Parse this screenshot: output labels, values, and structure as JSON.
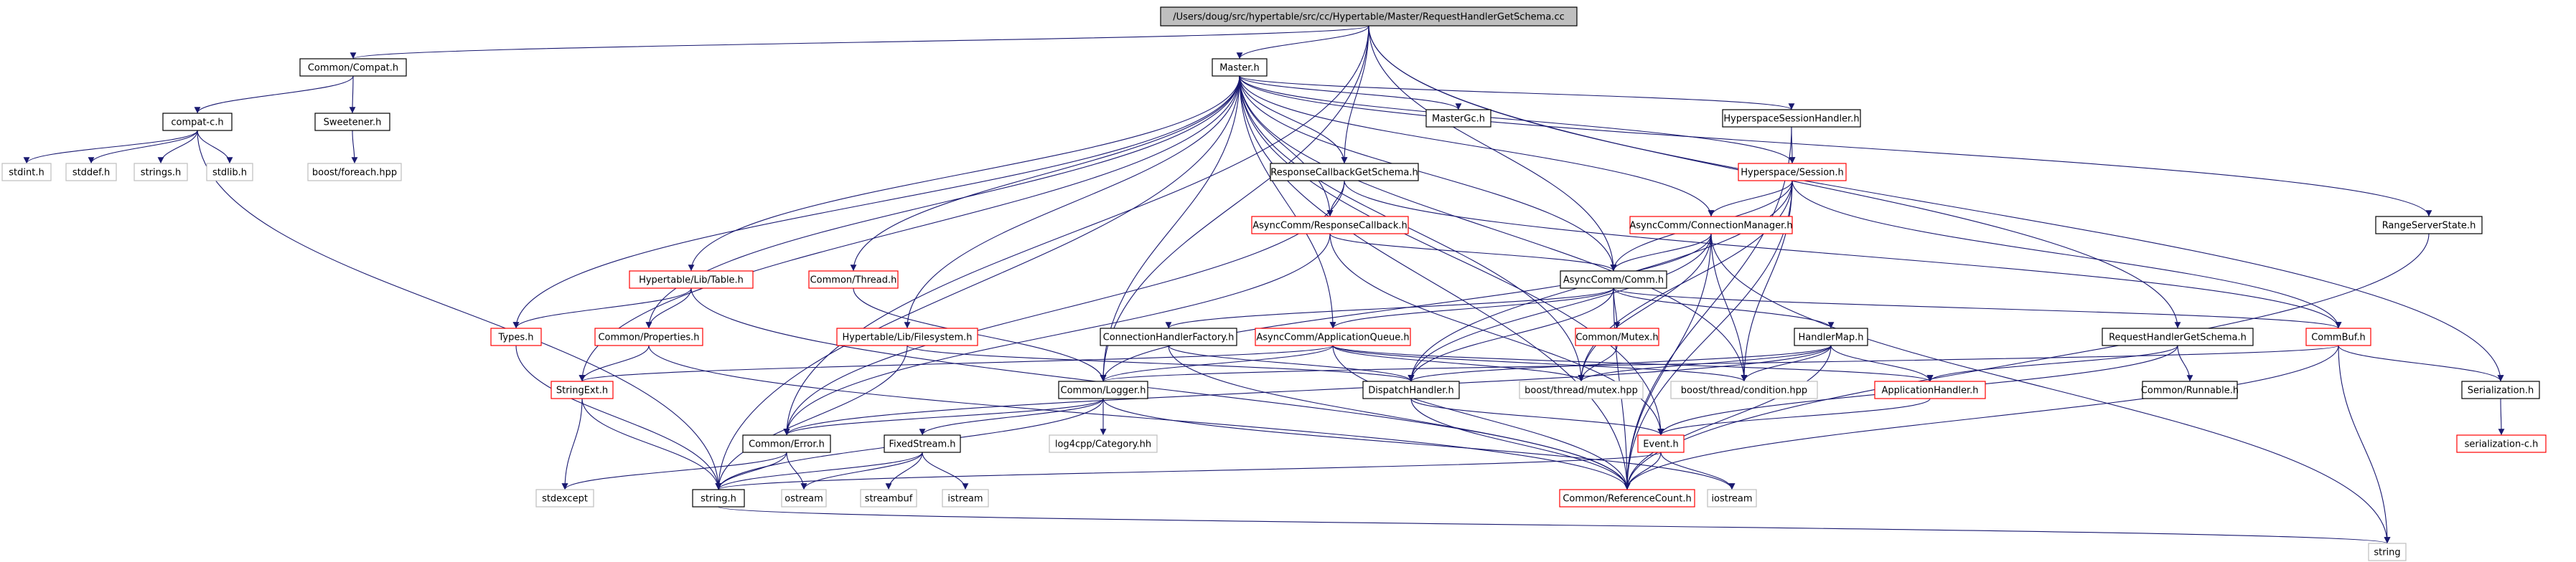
{
  "diagram": {
    "root": "/Users/doug/src/hypertable/src/cc/Hypertable/Master/RequestHandlerGetSchema.cc",
    "nodes": [
      {
        "id": "root",
        "label": "/Users/doug/src/hypertable/src/cc/Hypertable/Master/RequestHandlerGetSchema.cc",
        "style": "root"
      },
      {
        "id": "commonCompat",
        "label": "Common/Compat.h",
        "style": "black"
      },
      {
        "id": "masterH",
        "label": "Master.h",
        "style": "black"
      },
      {
        "id": "compatC",
        "label": "compat-c.h",
        "style": "black"
      },
      {
        "id": "sweetener",
        "label": "Sweetener.h",
        "style": "black"
      },
      {
        "id": "stdint",
        "label": "stdint.h",
        "style": "gray"
      },
      {
        "id": "stddef",
        "label": "stddef.h",
        "style": "gray"
      },
      {
        "id": "strings",
        "label": "strings.h",
        "style": "gray"
      },
      {
        "id": "stdlib",
        "label": "stdlib.h",
        "style": "gray"
      },
      {
        "id": "boostForeach",
        "label": "boost/foreach.hpp",
        "style": "gray"
      },
      {
        "id": "masterGc",
        "label": "MasterGc.h",
        "style": "black"
      },
      {
        "id": "hsHandler",
        "label": "HyperspaceSessionHandler.h",
        "style": "black"
      },
      {
        "id": "hsSession",
        "label": "Hyperspace/Session.h",
        "style": "red"
      },
      {
        "id": "respCbGetSchema",
        "label": "ResponseCallbackGetSchema.h",
        "style": "black"
      },
      {
        "id": "acRespCb",
        "label": "AsyncComm/ResponseCallback.h",
        "style": "red"
      },
      {
        "id": "acConnMgr",
        "label": "AsyncComm/ConnectionManager.h",
        "style": "red"
      },
      {
        "id": "rangeServerState",
        "label": "RangeServerState.h",
        "style": "black"
      },
      {
        "id": "htTable",
        "label": "Hypertable/Lib/Table.h",
        "style": "red"
      },
      {
        "id": "commonThread",
        "label": "Common/Thread.h",
        "style": "red"
      },
      {
        "id": "acComm",
        "label": "AsyncComm/Comm.h",
        "style": "black"
      },
      {
        "id": "typesH",
        "label": "Types.h",
        "style": "red"
      },
      {
        "id": "commonProps",
        "label": "Common/Properties.h",
        "style": "red"
      },
      {
        "id": "htFilesystem",
        "label": "Hypertable/Lib/Filesystem.h",
        "style": "red"
      },
      {
        "id": "connHandlerFactory",
        "label": "ConnectionHandlerFactory.h",
        "style": "black"
      },
      {
        "id": "acAppQueue",
        "label": "AsyncComm/ApplicationQueue.h",
        "style": "red"
      },
      {
        "id": "commonMutex",
        "label": "Common/Mutex.h",
        "style": "red"
      },
      {
        "id": "handlerMap",
        "label": "HandlerMap.h",
        "style": "black"
      },
      {
        "id": "reqHandlerGetSchema",
        "label": "RequestHandlerGetSchema.h",
        "style": "black"
      },
      {
        "id": "commBuf",
        "label": "CommBuf.h",
        "style": "red"
      },
      {
        "id": "stringExt",
        "label": "StringExt.h",
        "style": "red"
      },
      {
        "id": "commonLogger",
        "label": "Common/Logger.h",
        "style": "black"
      },
      {
        "id": "dispatchHandler",
        "label": "DispatchHandler.h",
        "style": "black"
      },
      {
        "id": "boostMutex",
        "label": "boost/thread/mutex.hpp",
        "style": "gray"
      },
      {
        "id": "boostCondition",
        "label": "boost/thread/condition.hpp",
        "style": "gray"
      },
      {
        "id": "appHandler",
        "label": "ApplicationHandler.h",
        "style": "red"
      },
      {
        "id": "commonRunnable",
        "label": "Common/Runnable.h",
        "style": "black"
      },
      {
        "id": "serialization",
        "label": "Serialization.h",
        "style": "black"
      },
      {
        "id": "commonError",
        "label": "Common/Error.h",
        "style": "black"
      },
      {
        "id": "fixedStream",
        "label": "FixedStream.h",
        "style": "black"
      },
      {
        "id": "log4cpp",
        "label": "log4cpp/Category.hh",
        "style": "gray"
      },
      {
        "id": "eventH",
        "label": "Event.h",
        "style": "red"
      },
      {
        "id": "serializationC",
        "label": "serialization-c.h",
        "style": "red"
      },
      {
        "id": "stdexcept",
        "label": "stdexcept",
        "style": "gray"
      },
      {
        "id": "stringH",
        "label": "string.h",
        "style": "black"
      },
      {
        "id": "ostream",
        "label": "ostream",
        "style": "gray"
      },
      {
        "id": "streambuf",
        "label": "streambuf",
        "style": "gray"
      },
      {
        "id": "istream",
        "label": "istream",
        "style": "gray"
      },
      {
        "id": "refCount",
        "label": "Common/ReferenceCount.h",
        "style": "red"
      },
      {
        "id": "iostream",
        "label": "iostream",
        "style": "gray"
      },
      {
        "id": "stringStd",
        "label": "string",
        "style": "gray"
      }
    ],
    "edges": [
      [
        "root",
        "commonCompat"
      ],
      [
        "root",
        "masterH"
      ],
      [
        "root",
        "respCbGetSchema"
      ],
      [
        "root",
        "acComm"
      ],
      [
        "root",
        "commonError"
      ],
      [
        "root",
        "commonLogger"
      ],
      [
        "root",
        "reqHandlerGetSchema"
      ],
      [
        "root",
        "serialization"
      ],
      [
        "commonCompat",
        "compatC"
      ],
      [
        "commonCompat",
        "sweetener"
      ],
      [
        "compatC",
        "stdint"
      ],
      [
        "compatC",
        "stddef"
      ],
      [
        "compatC",
        "strings"
      ],
      [
        "compatC",
        "stdlib"
      ],
      [
        "compatC",
        "stringH"
      ],
      [
        "sweetener",
        "boostForeach"
      ],
      [
        "masterH",
        "masterGc"
      ],
      [
        "masterH",
        "hsHandler"
      ],
      [
        "masterH",
        "hsSession"
      ],
      [
        "masterH",
        "respCbGetSchema"
      ],
      [
        "masterH",
        "acRespCb"
      ],
      [
        "masterH",
        "acConnMgr"
      ],
      [
        "masterH",
        "rangeServerState"
      ],
      [
        "masterH",
        "htTable"
      ],
      [
        "masterH",
        "commonThread"
      ],
      [
        "masterH",
        "acComm"
      ],
      [
        "masterH",
        "typesH"
      ],
      [
        "masterH",
        "commonProps"
      ],
      [
        "masterH",
        "htFilesystem"
      ],
      [
        "masterH",
        "acAppQueue"
      ],
      [
        "masterH",
        "stringExt"
      ],
      [
        "masterH",
        "refCount"
      ],
      [
        "masterH",
        "eventH"
      ],
      [
        "masterH",
        "stringH"
      ],
      [
        "masterH",
        "boostMutex"
      ],
      [
        "masterH",
        "boostCondition"
      ],
      [
        "masterH",
        "commonLogger"
      ],
      [
        "hsHandler",
        "hsSession"
      ],
      [
        "hsHandler",
        "refCount"
      ],
      [
        "hsSession",
        "acConnMgr"
      ],
      [
        "hsSession",
        "acComm"
      ],
      [
        "hsSession",
        "dispatchHandler"
      ],
      [
        "hsSession",
        "commBuf"
      ],
      [
        "hsSession",
        "boostMutex"
      ],
      [
        "hsSession",
        "boostCondition"
      ],
      [
        "hsSession",
        "refCount"
      ],
      [
        "respCbGetSchema",
        "acRespCb"
      ],
      [
        "respCbGetSchema",
        "commonError"
      ],
      [
        "respCbGetSchema",
        "commBuf"
      ],
      [
        "acRespCb",
        "acComm"
      ],
      [
        "acRespCb",
        "commonError"
      ],
      [
        "acRespCb",
        "eventH"
      ],
      [
        "acConnMgr",
        "acComm"
      ],
      [
        "acConnMgr",
        "dispatchHandler"
      ],
      [
        "acConnMgr",
        "boostMutex"
      ],
      [
        "acConnMgr",
        "boostCondition"
      ],
      [
        "acConnMgr",
        "refCount"
      ],
      [
        "acConnMgr",
        "stringStd"
      ],
      [
        "acConnMgr",
        "commonLogger"
      ],
      [
        "rangeServerState",
        "refCount"
      ],
      [
        "htTable",
        "typesH"
      ],
      [
        "htTable",
        "commonProps"
      ],
      [
        "htTable",
        "refCount"
      ],
      [
        "commonThread",
        "commonLogger"
      ],
      [
        "acComm",
        "connHandlerFactory"
      ],
      [
        "acComm",
        "acAppQueue"
      ],
      [
        "acComm",
        "commonMutex"
      ],
      [
        "acComm",
        "handlerMap"
      ],
      [
        "acComm",
        "commBuf"
      ],
      [
        "acComm",
        "dispatchHandler"
      ],
      [
        "acComm",
        "refCount"
      ],
      [
        "typesH",
        "stringH"
      ],
      [
        "commonProps",
        "stringExt"
      ],
      [
        "commonProps",
        "refCount"
      ],
      [
        "htFilesystem",
        "dispatchHandler"
      ],
      [
        "htFilesystem",
        "stringH"
      ],
      [
        "connHandlerFactory",
        "dispatchHandler"
      ],
      [
        "connHandlerFactory",
        "refCount"
      ],
      [
        "acAppQueue",
        "appHandler"
      ],
      [
        "acAppQueue",
        "boostMutex"
      ],
      [
        "acAppQueue",
        "boostCondition"
      ],
      [
        "acAppQueue",
        "refCount"
      ],
      [
        "acAppQueue",
        "commonLogger"
      ],
      [
        "acAppQueue",
        "stringExt"
      ],
      [
        "commonMutex",
        "boostMutex"
      ],
      [
        "handlerMap",
        "dispatchHandler"
      ],
      [
        "handlerMap",
        "boostMutex"
      ],
      [
        "handlerMap",
        "boostCondition"
      ],
      [
        "handlerMap",
        "appHandler"
      ],
      [
        "handlerMap",
        "refCount"
      ],
      [
        "handlerMap",
        "commonError"
      ],
      [
        "reqHandlerGetSchema",
        "appHandler"
      ],
      [
        "reqHandlerGetSchema",
        "commonRunnable"
      ],
      [
        "reqHandlerGetSchema",
        "eventH"
      ],
      [
        "commBuf",
        "serialization"
      ],
      [
        "commBuf",
        "refCount"
      ],
      [
        "commBuf",
        "stringStd"
      ],
      [
        "commBuf",
        "commonLogger"
      ],
      [
        "stringExt",
        "stdexcept"
      ],
      [
        "stringExt",
        "stringH"
      ],
      [
        "commonLogger",
        "commonError"
      ],
      [
        "commonLogger",
        "fixedStream"
      ],
      [
        "commonLogger",
        "log4cpp"
      ],
      [
        "commonLogger",
        "iostream"
      ],
      [
        "commonLogger",
        "stringH"
      ],
      [
        "dispatchHandler",
        "eventH"
      ],
      [
        "dispatchHandler",
        "refCount"
      ],
      [
        "appHandler",
        "eventH"
      ],
      [
        "serialization",
        "serializationC"
      ],
      [
        "commonError",
        "stdexcept"
      ],
      [
        "commonError",
        "stringH"
      ],
      [
        "commonError",
        "ostream"
      ],
      [
        "fixedStream",
        "ostream"
      ],
      [
        "fixedStream",
        "streambuf"
      ],
      [
        "fixedStream",
        "istream"
      ],
      [
        "fixedStream",
        "stringH"
      ],
      [
        "eventH",
        "refCount"
      ],
      [
        "eventH",
        "iostream"
      ],
      [
        "eventH",
        "stringH"
      ],
      [
        "stringH",
        "stringStd"
      ]
    ]
  }
}
